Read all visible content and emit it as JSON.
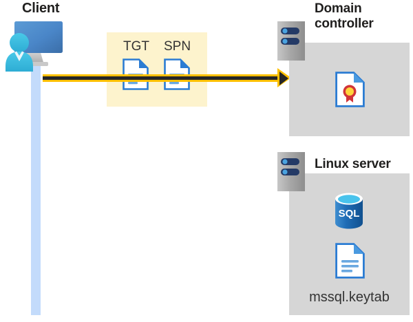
{
  "diagram": {
    "title_client": "Client",
    "title_domain_controller": "Domain\ncontroller",
    "title_linux_server": "Linux server",
    "flow": {
      "arrow_label": "",
      "direction": "client-to-domain-controller"
    },
    "ticket_box": {
      "items": [
        {
          "label": "TGT",
          "icon": "document-icon"
        },
        {
          "label": "SPN",
          "icon": "document-icon"
        }
      ],
      "background_color": "#fdf3cd"
    },
    "domain_controller": {
      "icons": [
        {
          "name": "certificate-document-icon"
        }
      ]
    },
    "linux_server": {
      "icons": [
        {
          "name": "sql-database-icon",
          "label": "SQL"
        },
        {
          "name": "keytab-document-icon"
        }
      ],
      "file_label": "mssql.keytab"
    },
    "colors": {
      "panel_gray": "#d6d6d6",
      "highlight_yellow": "#fdf3cd",
      "arrow_yellow": "#ffc000",
      "arrow_core": "#262626",
      "lifeline_blue": "#c3dbfb",
      "accent_blue": "#2b7cd3",
      "sql_blue": "#1f6cb5",
      "seal_red": "#d13438",
      "seal_gold": "#ffd43b",
      "text_dark": "#201f1e"
    }
  }
}
